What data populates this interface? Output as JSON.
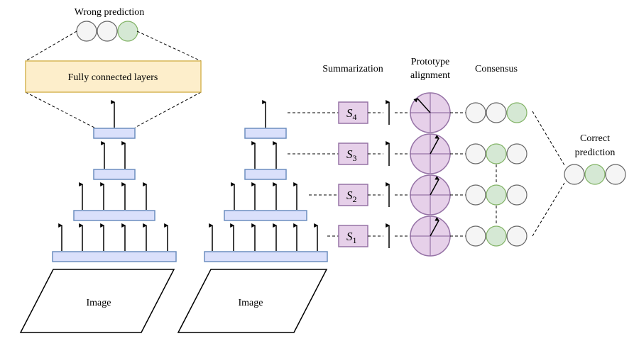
{
  "labels": {
    "wrong_prediction": "Wrong prediction",
    "fully_connected": "Fully connected layers",
    "summarization": "Summarization",
    "prototype_line1": "Prototype",
    "prototype_line2": "alignment",
    "consensus": "Consensus",
    "correct_line1": "Correct",
    "correct_line2": "prediction",
    "image_left": "Image",
    "image_right": "Image"
  },
  "summaries": [
    {
      "letter": "S",
      "index": "4"
    },
    {
      "letter": "S",
      "index": "3"
    },
    {
      "letter": "S",
      "index": "2"
    },
    {
      "letter": "S",
      "index": "1"
    }
  ],
  "colors": {
    "layer_fill": "#dae0fb",
    "layer_stroke": "#6c8ebf",
    "fc_fill": "#fdeecb",
    "fc_stroke": "#d6b656",
    "summary_fill": "#e6d0e9",
    "summary_stroke": "#9673a6",
    "circle_grey_fill": "#f5f5f5",
    "circle_grey_stroke": "#666666",
    "circle_green_fill": "#d5e8d4",
    "circle_green_stroke": "#82b366"
  },
  "predictions": {
    "wrong": [
      "grey",
      "grey",
      "green"
    ],
    "consensus_rows": [
      [
        "grey",
        "grey",
        "green"
      ],
      [
        "grey",
        "green",
        "grey"
      ],
      [
        "grey",
        "green",
        "grey"
      ],
      [
        "grey",
        "green",
        "grey"
      ]
    ],
    "correct": [
      "grey",
      "green",
      "grey"
    ]
  }
}
